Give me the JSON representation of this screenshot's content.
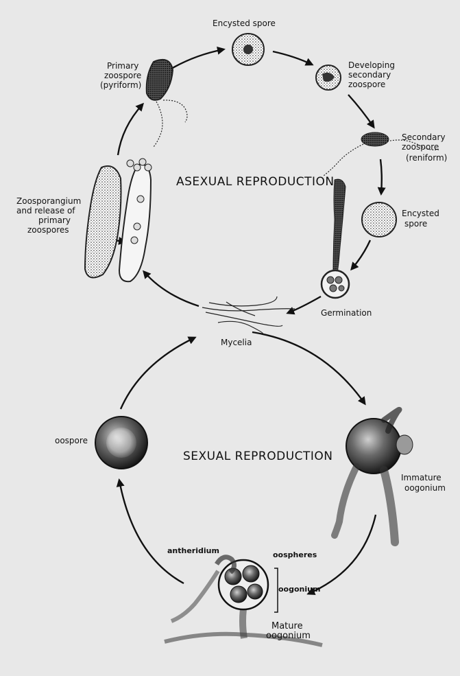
{
  "colors": {
    "background": "#e8e8e8",
    "ink": "#111111",
    "stipple_dark": "#1e1e1e",
    "stipple_light": "#ffffff"
  },
  "asexual": {
    "title": "ASEXUAL REPRODUCTION",
    "encysted_spore_top": "Encysted spore",
    "developing_secondary": [
      "Developing",
      "secondary",
      "zoospore"
    ],
    "secondary_zoospore": [
      "Secondary",
      "zoospore",
      "(reniform)"
    ],
    "encysted_spore_right": [
      "Encysted",
      "spore"
    ],
    "germination": "Germination",
    "primary_zoospore": [
      "Primary",
      "zoospore",
      "(pyriform)"
    ],
    "zoosporangium": [
      "Zoosporangium",
      "and release of",
      "primary",
      "zoospores"
    ]
  },
  "shared": {
    "mycelia": "Mycelia"
  },
  "sexual": {
    "title": "SEXUAL REPRODUCTION",
    "oospore": "oospore",
    "immature_oogonium": [
      "Immature",
      "oogonium"
    ],
    "antheridium": "antheridium",
    "oospheres": "oospheres",
    "oogonium": "oogonium",
    "mature_oogonium": [
      "Mature",
      "oogonium"
    ]
  }
}
